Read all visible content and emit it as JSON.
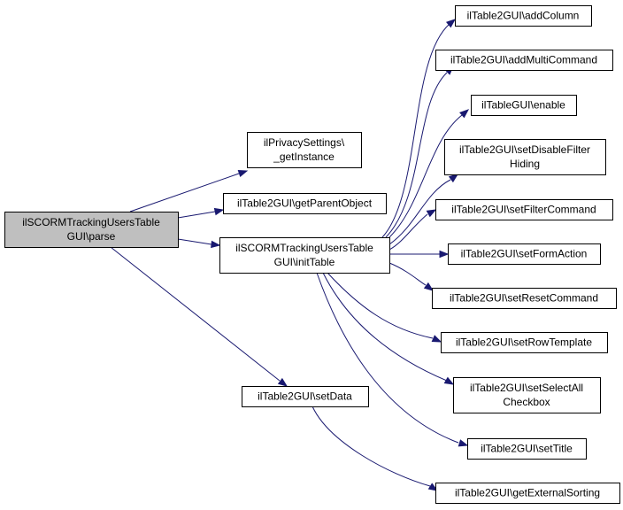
{
  "nodes": [
    {
      "id": "parse",
      "lines": [
        "ilSCORMTrackingUsersTable",
        "GUI\\parse"
      ],
      "root": true
    },
    {
      "id": "privacy",
      "lines": [
        "ilPrivacySettings\\",
        "_getInstance"
      ]
    },
    {
      "id": "getParent",
      "lines": [
        "ilTable2GUI\\getParentObject"
      ]
    },
    {
      "id": "initTable",
      "lines": [
        "ilSCORMTrackingUsersTable",
        "GUI\\initTable"
      ]
    },
    {
      "id": "setData",
      "lines": [
        "ilTable2GUI\\setData"
      ]
    },
    {
      "id": "addColumn",
      "lines": [
        "ilTable2GUI\\addColumn"
      ]
    },
    {
      "id": "addMulti",
      "lines": [
        "ilTable2GUI\\addMultiCommand"
      ]
    },
    {
      "id": "enable",
      "lines": [
        "ilTableGUI\\enable"
      ]
    },
    {
      "id": "setDisable",
      "lines": [
        "ilTable2GUI\\setDisableFilter",
        "Hiding"
      ]
    },
    {
      "id": "setFilter",
      "lines": [
        "ilTable2GUI\\setFilterCommand"
      ]
    },
    {
      "id": "setForm",
      "lines": [
        "ilTable2GUI\\setFormAction"
      ]
    },
    {
      "id": "setReset",
      "lines": [
        "ilTable2GUI\\setResetCommand"
      ]
    },
    {
      "id": "setRow",
      "lines": [
        "ilTable2GUI\\setRowTemplate"
      ]
    },
    {
      "id": "setSelect",
      "lines": [
        "ilTable2GUI\\setSelectAll",
        "Checkbox"
      ]
    },
    {
      "id": "setTitle",
      "lines": [
        "ilTable2GUI\\setTitle"
      ]
    },
    {
      "id": "getExternal",
      "lines": [
        "ilTable2GUI\\getExternalSorting"
      ]
    }
  ],
  "edges": [
    {
      "from": "parse",
      "to": "privacy"
    },
    {
      "from": "parse",
      "to": "getParent"
    },
    {
      "from": "parse",
      "to": "initTable"
    },
    {
      "from": "parse",
      "to": "setData"
    },
    {
      "from": "initTable",
      "to": "addColumn"
    },
    {
      "from": "initTable",
      "to": "addMulti"
    },
    {
      "from": "initTable",
      "to": "enable"
    },
    {
      "from": "initTable",
      "to": "setDisable"
    },
    {
      "from": "initTable",
      "to": "setFilter"
    },
    {
      "from": "initTable",
      "to": "setForm"
    },
    {
      "from": "initTable",
      "to": "setReset"
    },
    {
      "from": "initTable",
      "to": "setRow"
    },
    {
      "from": "initTable",
      "to": "setSelect"
    },
    {
      "from": "initTable",
      "to": "setTitle"
    },
    {
      "from": "setData",
      "to": "getExternal"
    }
  ],
  "colors": {
    "edge": "#191970",
    "root_fill": "#bfbfbf",
    "node_fill": "#ffffff",
    "node_stroke": "#000000"
  }
}
